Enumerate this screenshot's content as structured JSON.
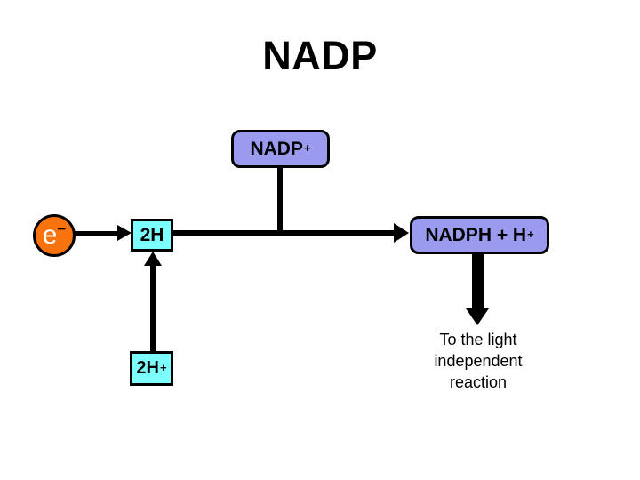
{
  "slide": {
    "title": "NADP",
    "background": "#ffffff"
  },
  "palette": {
    "box_purple": "#9a9aee",
    "box_cyan": "#7bffff",
    "circle_orange": "#f8730e",
    "line_and_text": "#000000"
  },
  "nodes": {
    "nadp_plus": {
      "text": "NADP",
      "sup": "+"
    },
    "electron": {
      "text": "e",
      "sup": "−"
    },
    "h2": {
      "text": "2H",
      "sup": ""
    },
    "h2_plus": {
      "text": "2H",
      "sup": "+"
    },
    "nadph": {
      "text": "NADPH + H",
      "sup": "+"
    }
  },
  "annotation": {
    "lines": [
      "To the light",
      "independent",
      "reaction"
    ]
  },
  "arrows": [
    {
      "from": "electron",
      "to": "2H",
      "direction": "right"
    },
    {
      "from": "2H",
      "to": "NADPH + H+",
      "direction": "right"
    },
    {
      "from": "NADP+",
      "to": "2H-to-NADPH-arrow",
      "direction": "down",
      "type": "plain-connector"
    },
    {
      "from": "2H+",
      "to": "2H",
      "direction": "up"
    },
    {
      "from": "NADPH + H+",
      "to": "light-independent-reaction-note",
      "direction": "down"
    }
  ]
}
